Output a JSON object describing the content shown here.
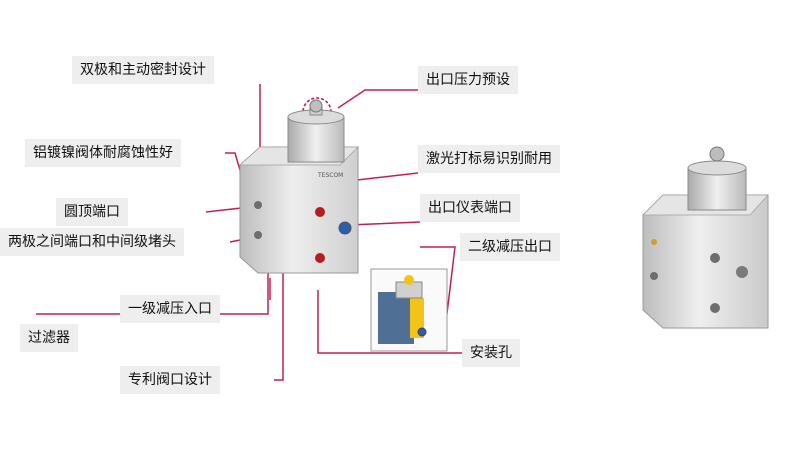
{
  "labels": {
    "dual_stage_seal": "双极和主动密封设计",
    "outlet_preset": "出口压力预设",
    "aluminum_body": "铝镀镍阀体耐腐蚀性好",
    "laser_marking": "激光打标易识别耐用",
    "dome_port": "圆顶端口",
    "outlet_gauge_port": "出口仪表端口",
    "interstage_port": "两极之间端口和中间级堵头",
    "second_stage_outlet": "二级减压出口",
    "first_stage_inlet": "一级减压入口",
    "filter": "过滤器",
    "mounting_hole": "安装孔",
    "patented_valve": "专利阀口设计"
  },
  "brand": {
    "logo_text": "TESCOM"
  },
  "colors": {
    "leader_line": "#c81e4e",
    "label_bg": "#eeeeee",
    "body_metal": "#d8d8d8",
    "port_red": "#b41e1e",
    "port_blue": "#2a5fb0",
    "inset_blue": "#4f6f95",
    "inset_yellow": "#f3c417"
  }
}
